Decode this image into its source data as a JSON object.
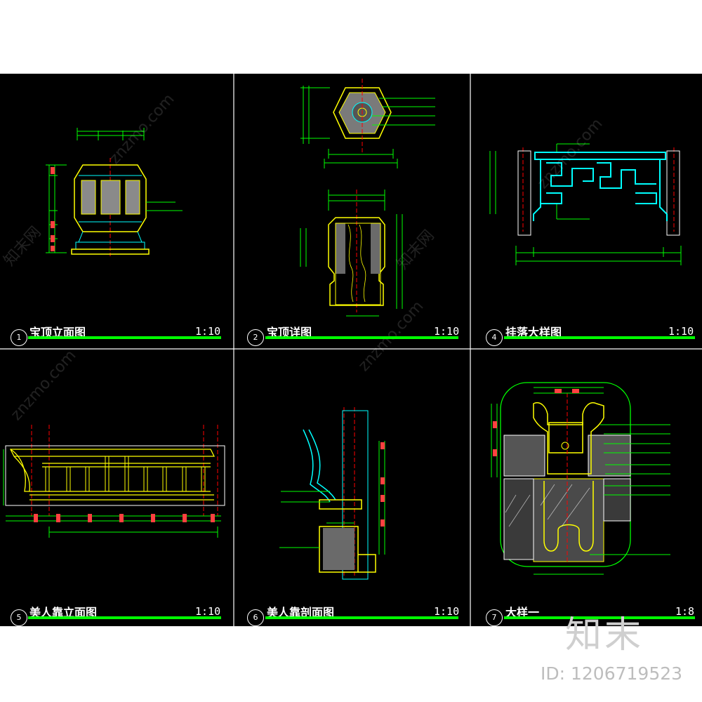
{
  "panels": [
    {
      "num": "1",
      "title": "宝顶立面图",
      "scale": "1:10"
    },
    {
      "num": "2",
      "title": "宝顶详图",
      "scale": "1:10"
    },
    {
      "num": "4",
      "title": "挂落大样图",
      "scale": "1:10"
    },
    {
      "num": "5",
      "title": "美人靠立面图",
      "scale": "1:10"
    },
    {
      "num": "6",
      "title": "美人靠剖面图",
      "scale": "1:10"
    },
    {
      "num": "7",
      "title": "大样一",
      "scale": "1:8"
    }
  ],
  "watermark": {
    "logo": "知末",
    "id": "ID: 1206719523",
    "site": "znzmo.com",
    "brand_cn": "知末网"
  },
  "colors": {
    "background": "#000000",
    "frame": "#ffffff",
    "title_bar": "#00ff00",
    "outline": "#ffff00",
    "inner": "#00ffff",
    "dim": "#00ff00",
    "axis": "#ff0000"
  }
}
